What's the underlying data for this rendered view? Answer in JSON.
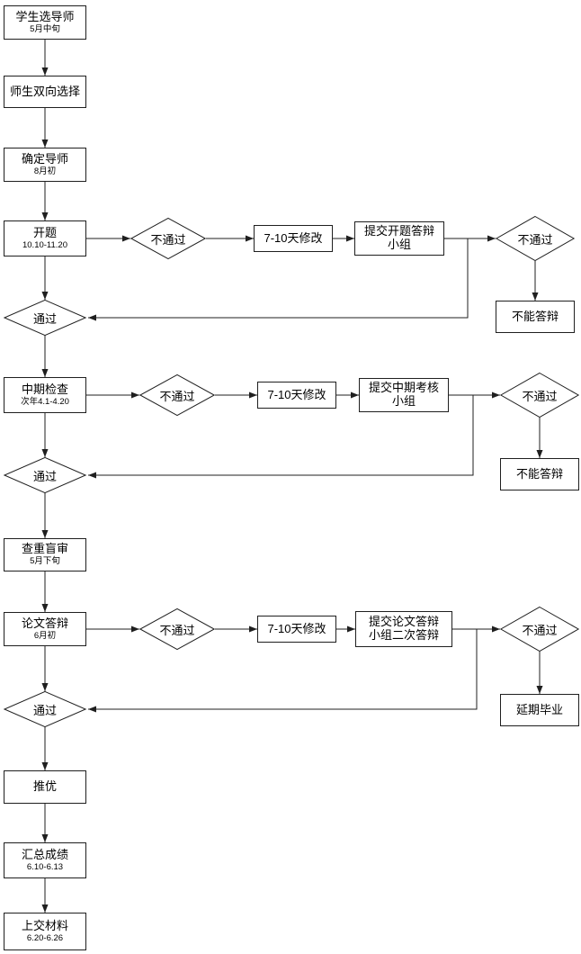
{
  "nodes": {
    "select_advisor": {
      "label": "学生选导师",
      "sub": "5月中旬"
    },
    "mutual_selection": {
      "label": "师生双向选择"
    },
    "confirm_advisor": {
      "label": "确定导师",
      "sub": "8月初"
    },
    "proposal": {
      "label": "开题",
      "sub": "10.10-11.20"
    },
    "proposal_fail": {
      "label": "不通过"
    },
    "proposal_revise": {
      "label": "7-10天修改"
    },
    "proposal_submit": {
      "label": "提交开题答辩\n小组"
    },
    "proposal_fail2": {
      "label": "不通过"
    },
    "proposal_no_defense": {
      "label": "不能答辩"
    },
    "pass1": {
      "label": "通过"
    },
    "midterm": {
      "label": "中期检查",
      "sub": "次年4.1-4.20"
    },
    "midterm_fail": {
      "label": "不通过"
    },
    "midterm_revise": {
      "label": "7-10天修改"
    },
    "midterm_submit": {
      "label": "提交中期考核\n小组"
    },
    "midterm_fail2": {
      "label": "不通过"
    },
    "midterm_no_defense": {
      "label": "不能答辩"
    },
    "pass2": {
      "label": "通过"
    },
    "blind_review": {
      "label": "查重盲审",
      "sub": "5月下旬"
    },
    "defense": {
      "label": "论文答辩",
      "sub": "6月初"
    },
    "defense_fail": {
      "label": "不通过"
    },
    "defense_revise": {
      "label": "7-10天修改"
    },
    "defense_submit": {
      "label": "提交论文答辩\n小组二次答辩"
    },
    "defense_fail2": {
      "label": "不通过"
    },
    "delayed_graduation": {
      "label": "延期毕业"
    },
    "pass3": {
      "label": "通过"
    },
    "excellence": {
      "label": "推优"
    },
    "grades": {
      "label": "汇总成绩",
      "sub": "6.10-6.13"
    },
    "materials": {
      "label": "上交材料",
      "sub": "6.20-6.26"
    }
  }
}
